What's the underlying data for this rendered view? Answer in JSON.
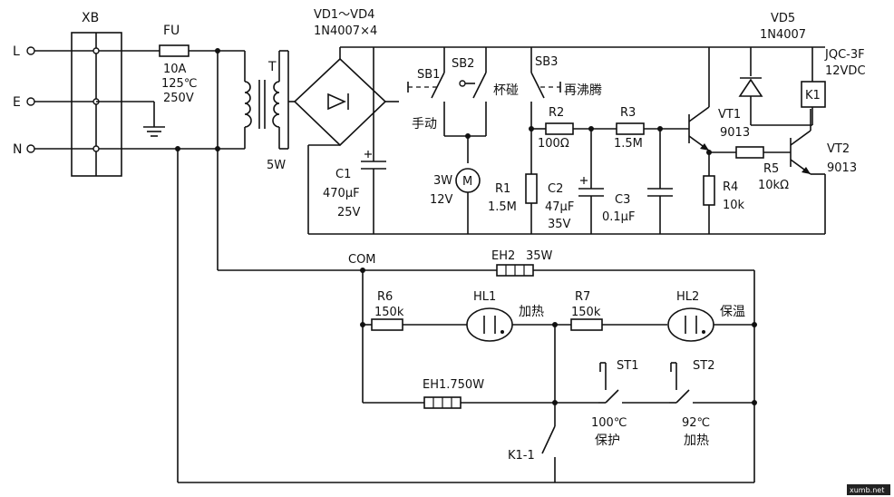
{
  "labels": {
    "xb": "XB",
    "fu": "FU",
    "fu_current": "10A",
    "fu_temp": "125℃",
    "fu_volt": "250V",
    "line_l": "L",
    "line_e": "E",
    "line_n": "N",
    "transformer": "T",
    "transformer_power": "5W",
    "vd1_vd4": "VD1～VD4",
    "vd1_vd4_part": "1N4007×4",
    "c1": "C1",
    "c1_value": "470μF",
    "c1_volt": "25V",
    "sb1": "SB1",
    "sb2": "SB2",
    "sb3": "SB3",
    "manual": "手动",
    "cup_touch": "杯碰",
    "reboil": "再沸腾",
    "motor_power": "3W",
    "motor_volt": "12V",
    "motor_symbol": "M",
    "r1": "R1",
    "r1_value": "1.5M",
    "r2": "R2",
    "r2_value": "100Ω",
    "r3": "R3",
    "r3_value": "1.5M",
    "c2": "C2",
    "c2_value": "47μF",
    "c2_volt": "35V",
    "c3": "C3",
    "c3_value": "0.1μF",
    "vt1": "VT1",
    "vt1_part": "9013",
    "r4": "R4",
    "r4_value": "10k",
    "r5": "R5",
    "r5_value": "10kΩ",
    "vt2": "VT2",
    "vt2_part": "9013",
    "vd5": "VD5",
    "vd5_part": "1N4007",
    "relay": "JQC-3F",
    "relay_volt": "12VDC",
    "k1": "K1",
    "com": "COM",
    "eh2": "EH2",
    "eh2_power": "35W",
    "r6": "R6",
    "r6_value": "150k",
    "hl1": "HL1",
    "heating": "加热",
    "r7": "R7",
    "r7_value": "150k",
    "hl2": "HL2",
    "keep_warm": "保温",
    "eh1": "EH1.750W",
    "st1": "ST1",
    "st2": "ST2",
    "st1_temp": "100℃",
    "st1_func": "保护",
    "st2_temp": "92℃",
    "st2_func": "加热",
    "k1_1": "K1-1",
    "watermark": "xumb.net"
  }
}
